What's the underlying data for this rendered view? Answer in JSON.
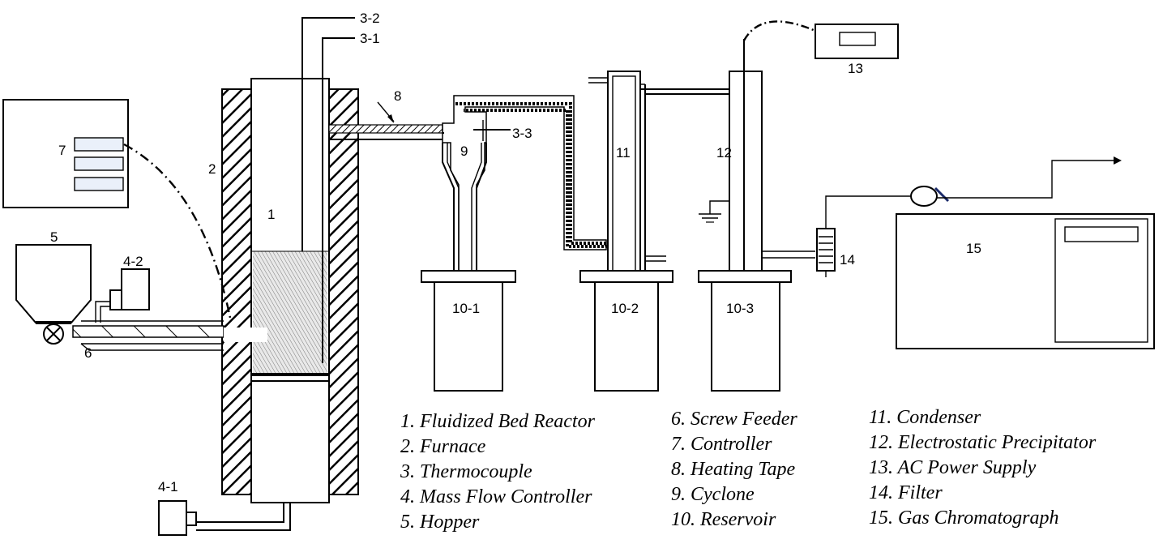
{
  "labels": {
    "tc_3_2": "3-2",
    "tc_3_1": "3-1",
    "tc_3_3": "3-3",
    "reactor": "1",
    "furnace": "2",
    "hopper": "5",
    "mfc_4_2": "4-2",
    "mfc_4_1": "4-1",
    "screw_feeder": "6",
    "controller": "7",
    "heating_tape": "8",
    "cyclone": "9",
    "reservoir_1": "10-1",
    "reservoir_2": "10-2",
    "reservoir_3": "10-3",
    "condenser": "11",
    "precipitator": "12",
    "power_supply": "13",
    "filter": "14",
    "gas_chromatograph": "15"
  },
  "legend": {
    "col1": [
      "1. Fluidized Bed Reactor",
      "2. Furnace",
      "3. Thermocouple",
      "4. Mass Flow Controller",
      "5. Hopper"
    ],
    "col2": [
      "6. Screw Feeder",
      "7. Controller",
      "8. Heating Tape",
      "9. Cyclone",
      "10. Reservoir"
    ],
    "col3": [
      "11. Condenser",
      "12. Electrostatic Precipitator",
      "13. AC Power Supply",
      "14. Filter",
      "15. Gas Chromatograph"
    ]
  }
}
